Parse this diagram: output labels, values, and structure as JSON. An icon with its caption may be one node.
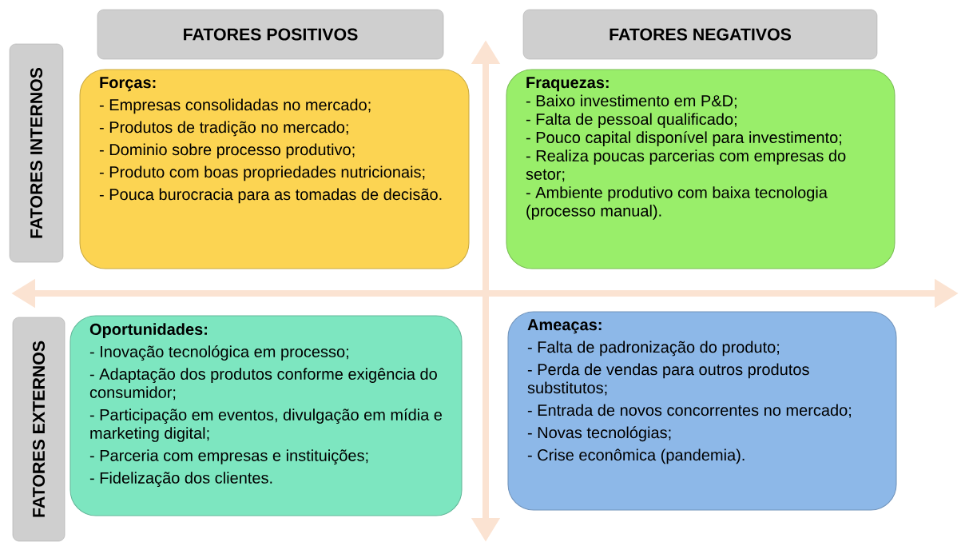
{
  "diagram": {
    "nodes": [
      {
        "text": [
          "FATORES POSITIVOS"
        ]
      },
      {
        "text": [
          "FATORES NEGATIVOS"
        ]
      },
      {
        "text": [
          "FATORES INTERNOS"
        ]
      },
      {
        "text": [
          "Forças:",
          "- Empresas consolidadas no mercado;",
          "- Produtos de tradição no mercado;",
          "- Dominio sobre processo produtivo;",
          "- Produto com boas propriedades nutricionais;",
          "- Pouca burocracia para as tomadas de decisão."
        ]
      },
      {
        "text": [
          "**Fraquezas**:",
          "- Baixo investimento em P&D;",
          "- Falta de pessoal qualificado;",
          "- Pouco capital disponível para investimento;",
          "- Realiza poucas parcerias com empresas do setor;",
          "- Ambiente produtivo com baixa tecnologia (processo manual)."
        ]
      },
      {
        "text": [
          "FATORES EXTERNOS"
        ]
      },
      {
        "text": [
          "Oportunidades:",
          "- Inovação tecnológica em processo;",
          "- Adaptação dos produtos conforme exigência do consumidor;",
          "- Participação em eventos, divulgação em mídia e marketing digital;",
          "- Parceria com empresas e instituições;",
          "- Fidelização dos clientes."
        ]
      },
      {
        "text": [
          "Ameaças:",
          "- Falta de padronização do produto;",
          "- Perda de vendas para outros produtos substitutos;",
          "- Entrada de novos concorrentes no mercado;",
          "- Novas tecnológias;",
          "- Crise econômica (pandemia)."
        ]
      }
    ]
  }
}
